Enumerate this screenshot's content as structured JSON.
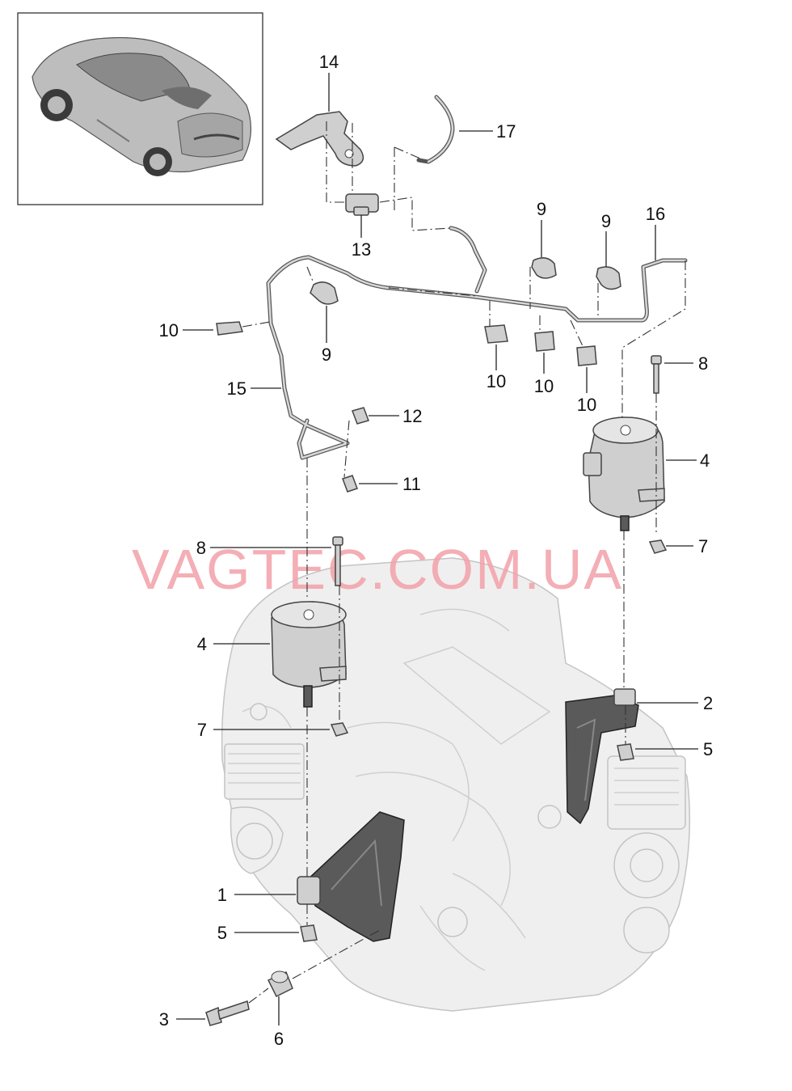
{
  "watermark": "VAGTEC.COM.UA",
  "callouts": {
    "c1": "1",
    "c2": "2",
    "c3": "3",
    "c4a": "4",
    "c4b": "4",
    "c5a": "5",
    "c5b": "5",
    "c6": "6",
    "c7a": "7",
    "c7b": "7",
    "c8a": "8",
    "c8b": "8",
    "c9a": "9",
    "c9b": "9",
    "c9c": "9",
    "c10a": "10",
    "c10b": "10",
    "c10c": "10",
    "c10d": "10",
    "c11": "11",
    "c12": "12",
    "c13": "13",
    "c14": "14",
    "c15": "15",
    "c16": "16",
    "c17": "17"
  }
}
